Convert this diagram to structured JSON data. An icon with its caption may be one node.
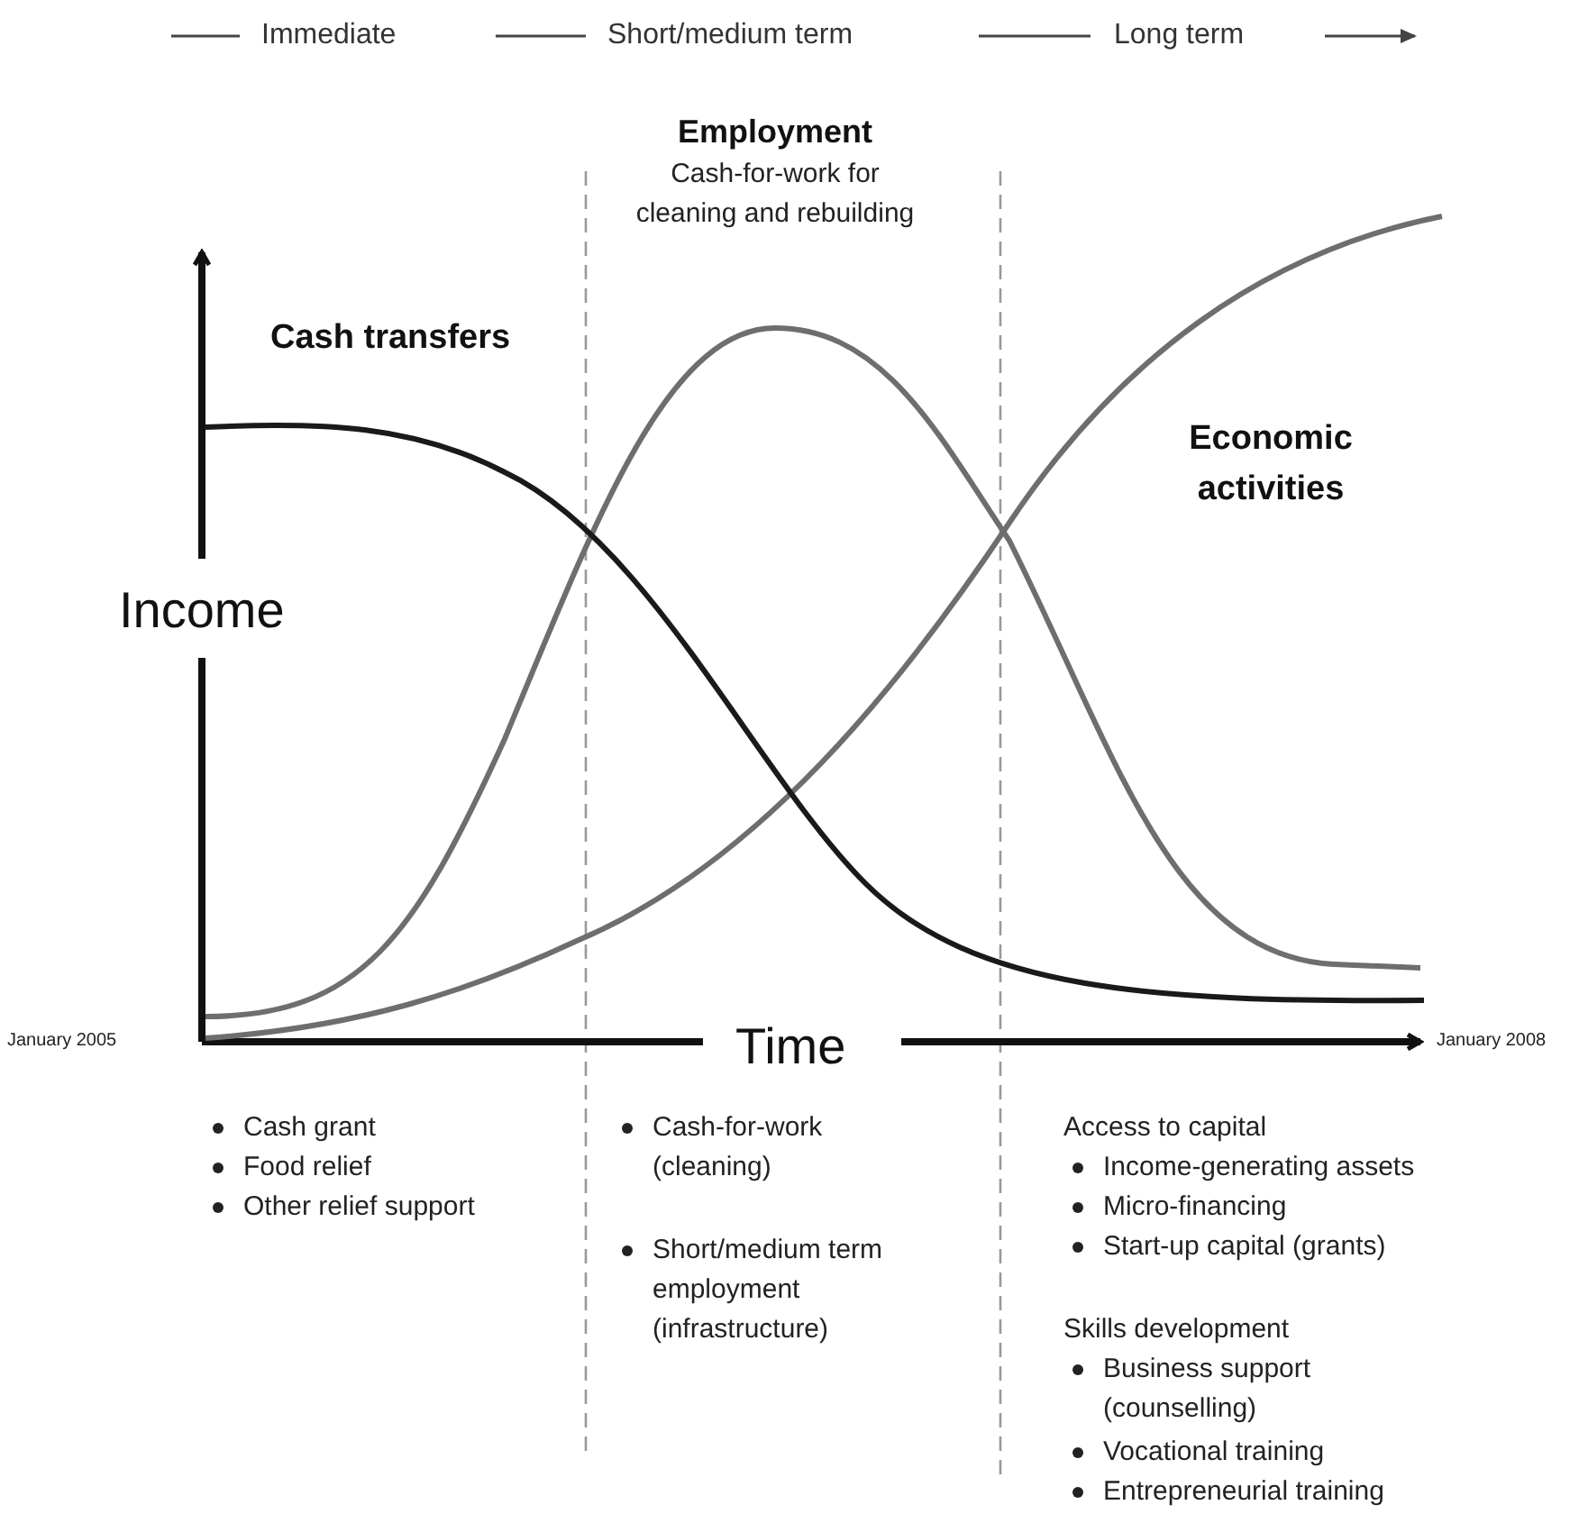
{
  "diagram": {
    "labels": [
      "Immediate",
      "Short/medium term",
      "Long term",
      "Employment",
      "Cash-for-work for cleaning and rebuilding",
      "Cash transfers",
      "Economic activities",
      "Income",
      "January 2005",
      "Time",
      "January 2008",
      "Cash grant",
      "Food relief",
      "Other relief support",
      "Cash-for-work (cleaning)",
      "Short/medium term employment (infrastructure)",
      "Access to capital",
      "Income-generating assets",
      "Micro-financing",
      "Start-up capital (grants)",
      "Skills development",
      "Business support (counselling)",
      "Vocational training",
      "Entrepreneurial training"
    ]
  }
}
